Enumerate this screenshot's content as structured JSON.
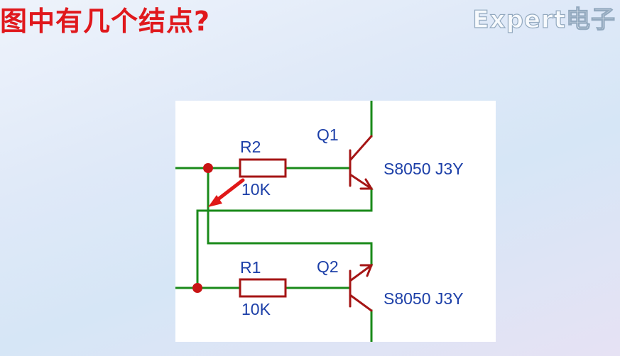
{
  "title": "图中有几个结点?",
  "watermark": "Expert电子",
  "colors": {
    "title": "#e0181c",
    "wire": "#1a8a1a",
    "component": "#a51515",
    "label": "#1c3fa8",
    "node": "#c81414",
    "arrow": "#e01818"
  },
  "schematic": {
    "r2": {
      "ref": "R2",
      "value": "10K"
    },
    "r1": {
      "ref": "R1",
      "value": "10K"
    },
    "q1": {
      "ref": "Q1",
      "part": "S8050 J3Y"
    },
    "q2": {
      "ref": "Q2",
      "part": "S8050 J3Y"
    }
  }
}
